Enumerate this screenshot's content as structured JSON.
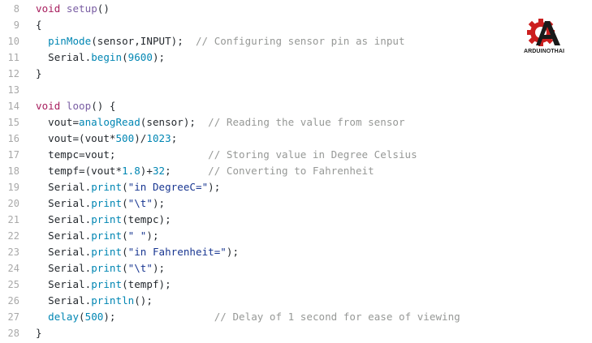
{
  "brand": {
    "logo_text": "ARDUINOTHAI",
    "colors": {
      "gear": "#cc1f1f",
      "letter": "#1a1a1a"
    }
  },
  "code": {
    "lines": [
      {
        "num": "8",
        "tokens": [
          {
            "t": "void",
            "k": "kw"
          },
          {
            "t": " ",
            "k": "pl"
          },
          {
            "t": "setup",
            "k": "fn"
          },
          {
            "t": "()",
            "k": "pl"
          }
        ]
      },
      {
        "num": "9",
        "tokens": [
          {
            "t": "{",
            "k": "pl"
          }
        ]
      },
      {
        "num": "10",
        "tokens": [
          {
            "t": "  ",
            "k": "pl"
          },
          {
            "t": "pinMode",
            "k": "lib"
          },
          {
            "t": "(sensor,INPUT);  ",
            "k": "pl"
          },
          {
            "t": "// Configuring sensor pin as input",
            "k": "cm"
          }
        ]
      },
      {
        "num": "11",
        "tokens": [
          {
            "t": "  Serial.",
            "k": "pl"
          },
          {
            "t": "begin",
            "k": "lib"
          },
          {
            "t": "(",
            "k": "pl"
          },
          {
            "t": "9600",
            "k": "num"
          },
          {
            "t": ");",
            "k": "pl"
          }
        ]
      },
      {
        "num": "12",
        "tokens": [
          {
            "t": "}",
            "k": "pl"
          }
        ]
      },
      {
        "num": "13",
        "tokens": []
      },
      {
        "num": "14",
        "tokens": [
          {
            "t": "void",
            "k": "kw"
          },
          {
            "t": " ",
            "k": "pl"
          },
          {
            "t": "loop",
            "k": "fn"
          },
          {
            "t": "() {",
            "k": "pl"
          }
        ]
      },
      {
        "num": "15",
        "tokens": [
          {
            "t": "  vout=",
            "k": "pl"
          },
          {
            "t": "analogRead",
            "k": "lib"
          },
          {
            "t": "(sensor);  ",
            "k": "pl"
          },
          {
            "t": "// Reading the value from sensor",
            "k": "cm"
          }
        ]
      },
      {
        "num": "16",
        "tokens": [
          {
            "t": "  vout=(vout*",
            "k": "pl"
          },
          {
            "t": "500",
            "k": "num"
          },
          {
            "t": ")/",
            "k": "pl"
          },
          {
            "t": "1023",
            "k": "num"
          },
          {
            "t": ";",
            "k": "pl"
          }
        ]
      },
      {
        "num": "17",
        "tokens": [
          {
            "t": "  tempc=vout;               ",
            "k": "pl"
          },
          {
            "t": "// Storing value in Degree Celsius",
            "k": "cm"
          }
        ]
      },
      {
        "num": "18",
        "tokens": [
          {
            "t": "  tempf=(vout*",
            "k": "pl"
          },
          {
            "t": "1.8",
            "k": "num"
          },
          {
            "t": ")+",
            "k": "pl"
          },
          {
            "t": "32",
            "k": "num"
          },
          {
            "t": ";      ",
            "k": "pl"
          },
          {
            "t": "// Converting to Fahrenheit",
            "k": "cm"
          }
        ]
      },
      {
        "num": "19",
        "tokens": [
          {
            "t": "  Serial.",
            "k": "pl"
          },
          {
            "t": "print",
            "k": "lib"
          },
          {
            "t": "(",
            "k": "pl"
          },
          {
            "t": "\"in DegreeC=\"",
            "k": "str"
          },
          {
            "t": ");",
            "k": "pl"
          }
        ]
      },
      {
        "num": "20",
        "tokens": [
          {
            "t": "  Serial.",
            "k": "pl"
          },
          {
            "t": "print",
            "k": "lib"
          },
          {
            "t": "(",
            "k": "pl"
          },
          {
            "t": "\"\\t\"",
            "k": "str"
          },
          {
            "t": ");",
            "k": "pl"
          }
        ]
      },
      {
        "num": "21",
        "tokens": [
          {
            "t": "  Serial.",
            "k": "pl"
          },
          {
            "t": "print",
            "k": "lib"
          },
          {
            "t": "(tempc);",
            "k": "pl"
          }
        ]
      },
      {
        "num": "22",
        "tokens": [
          {
            "t": "  Serial.",
            "k": "pl"
          },
          {
            "t": "print",
            "k": "lib"
          },
          {
            "t": "(",
            "k": "pl"
          },
          {
            "t": "\" \"",
            "k": "str"
          },
          {
            "t": ");",
            "k": "pl"
          }
        ]
      },
      {
        "num": "23",
        "tokens": [
          {
            "t": "  Serial.",
            "k": "pl"
          },
          {
            "t": "print",
            "k": "lib"
          },
          {
            "t": "(",
            "k": "pl"
          },
          {
            "t": "\"in Fahrenheit=\"",
            "k": "str"
          },
          {
            "t": ");",
            "k": "pl"
          }
        ]
      },
      {
        "num": "24",
        "tokens": [
          {
            "t": "  Serial.",
            "k": "pl"
          },
          {
            "t": "print",
            "k": "lib"
          },
          {
            "t": "(",
            "k": "pl"
          },
          {
            "t": "\"\\t\"",
            "k": "str"
          },
          {
            "t": ");",
            "k": "pl"
          }
        ]
      },
      {
        "num": "25",
        "tokens": [
          {
            "t": "  Serial.",
            "k": "pl"
          },
          {
            "t": "print",
            "k": "lib"
          },
          {
            "t": "(tempf);",
            "k": "pl"
          }
        ]
      },
      {
        "num": "26",
        "tokens": [
          {
            "t": "  Serial.",
            "k": "pl"
          },
          {
            "t": "println",
            "k": "lib"
          },
          {
            "t": "();",
            "k": "pl"
          }
        ]
      },
      {
        "num": "27",
        "tokens": [
          {
            "t": "  ",
            "k": "pl"
          },
          {
            "t": "delay",
            "k": "lib"
          },
          {
            "t": "(",
            "k": "pl"
          },
          {
            "t": "500",
            "k": "num"
          },
          {
            "t": ");                ",
            "k": "pl"
          },
          {
            "t": "// Delay of 1 second for ease of viewing",
            "k": "cm"
          }
        ]
      },
      {
        "num": "28",
        "tokens": [
          {
            "t": "}",
            "k": "pl"
          }
        ]
      }
    ]
  }
}
